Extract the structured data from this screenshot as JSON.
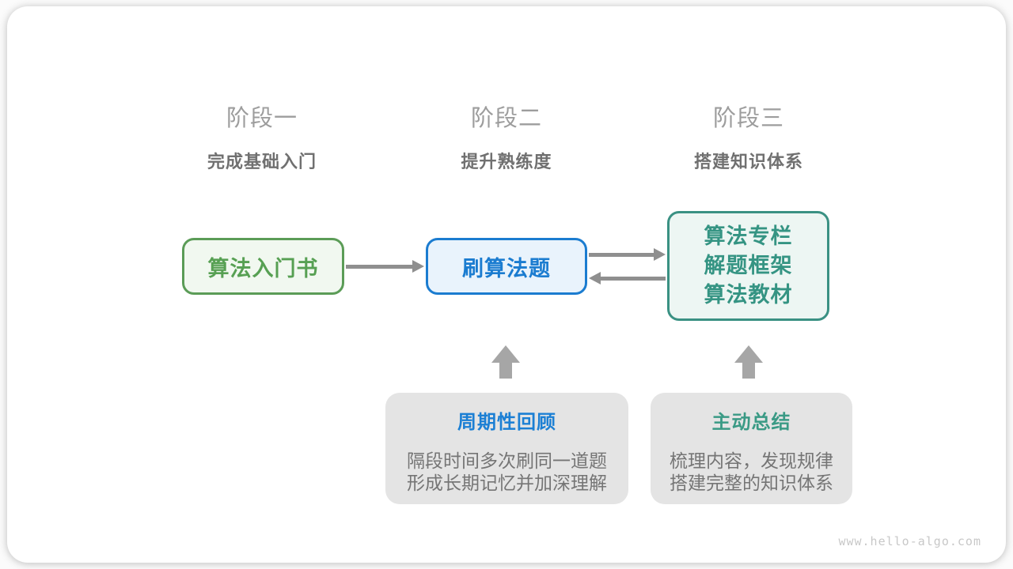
{
  "stages": [
    {
      "label": "阶段一",
      "subtitle": "完成基础入门"
    },
    {
      "label": "阶段二",
      "subtitle": "提升熟练度"
    },
    {
      "label": "阶段三",
      "subtitle": "搭建知识体系"
    }
  ],
  "flow": {
    "intro_book": "算法入门书",
    "practice": "刷算法题",
    "resources": [
      "算法专栏",
      "解题框架",
      "算法教材"
    ]
  },
  "panels": [
    {
      "title": "周期性回顾",
      "lines": [
        "隔段时间多次刷同一道题",
        "形成长期记忆并加深理解"
      ]
    },
    {
      "title": "主动总结",
      "lines": [
        "梳理内容，发现规律",
        "搭建完整的知识体系"
      ]
    }
  ],
  "watermark": "www.hello-algo.com",
  "colors": {
    "green_border": "#5b9c57",
    "green_fill": "#f1f8f0",
    "blue_border": "#1b7cd0",
    "blue_fill": "#e9f3fc",
    "teal_border": "#3a9183",
    "teal_fill": "#edf6f3",
    "line_arrow": "#8f8f8f",
    "block_arrow": "#a6a6a6",
    "panel_bg": "#e4e4e4",
    "stage_label": "#9d9d9d",
    "stage_subtitle": "#707070",
    "panel_title_blue": "#1b7fd4",
    "panel_title_teal": "#3a9a85",
    "body_text": "#757575",
    "watermark": "#c8c8c8"
  },
  "icons": {
    "up_arrow": "block-up-arrow",
    "right_arrow": "line-right-arrow",
    "left_arrow": "line-left-arrow"
  }
}
